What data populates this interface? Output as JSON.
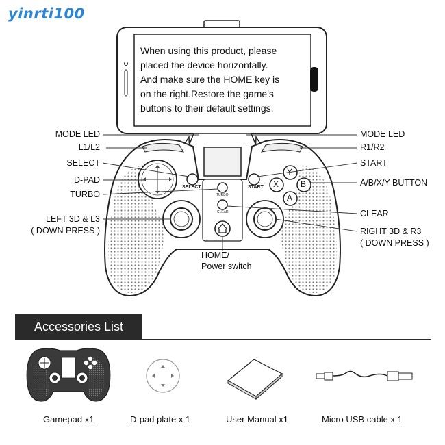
{
  "watermark": "yinrti100",
  "phone_text": [
    "When using this product, please",
    "placed the device horizontally.",
    "And make sure the HOME key is",
    "on the right.Restore the game's",
    "buttons to their default settings."
  ],
  "labels_left": {
    "mode_led": "MODE LED",
    "l1l2": "L1/L2",
    "select": "SELECT",
    "dpad": "D-PAD",
    "turbo": "TURBO",
    "left3d_1": "LEFT 3D & L3",
    "left3d_2": "( DOWN PRESS )"
  },
  "labels_right": {
    "mode_led": "MODE LED",
    "r1r2": "R1/R2",
    "start": "START",
    "abxy": "A/B/X/Y BUTTON",
    "clear": "CLEAR",
    "right3d_1": "RIGHT 3D & R3",
    "right3d_2": "( DOWN PRESS )"
  },
  "labels_bottom": {
    "home_1": "HOME/",
    "home_2": "Power switch"
  },
  "pad_labels": {
    "select": "SELECT",
    "start": "START",
    "turbo": "TURBO",
    "clear": "CLEAR",
    "y": "Y",
    "x": "X",
    "b": "B",
    "a": "A"
  },
  "accessories": {
    "title": "Accessories List",
    "items": [
      {
        "label": "Gamepad x1",
        "icon": "gamepad-icon"
      },
      {
        "label": "D-pad plate x 1",
        "icon": "dpad-plate-icon"
      },
      {
        "label": "User Manual x1",
        "icon": "manual-icon"
      },
      {
        "label": "Micro USB cable x 1",
        "icon": "usb-cable-icon"
      }
    ]
  }
}
